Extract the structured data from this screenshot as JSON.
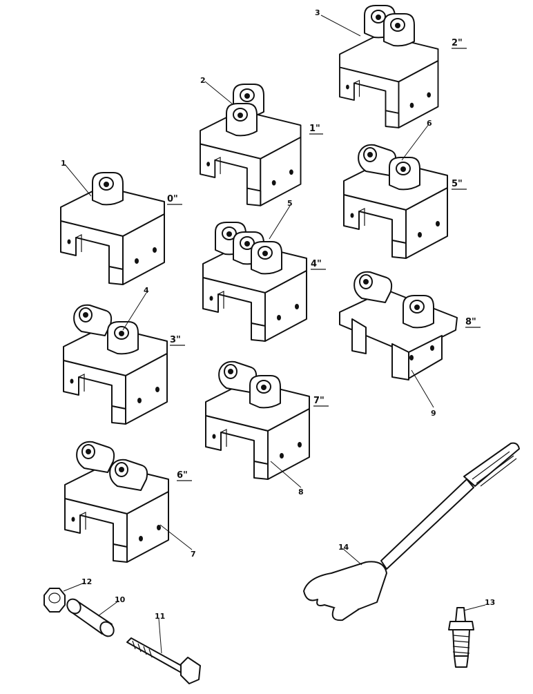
{
  "callouts": [
    "1",
    "2",
    "3",
    "4",
    "5",
    "6",
    "7",
    "8",
    "9",
    "10",
    "11",
    "12",
    "13",
    "14"
  ],
  "sizes": [
    "0\"",
    "1\"",
    "2\"",
    "3\"",
    "4\"",
    "5\"",
    "6\"",
    "7\"",
    "8\""
  ]
}
